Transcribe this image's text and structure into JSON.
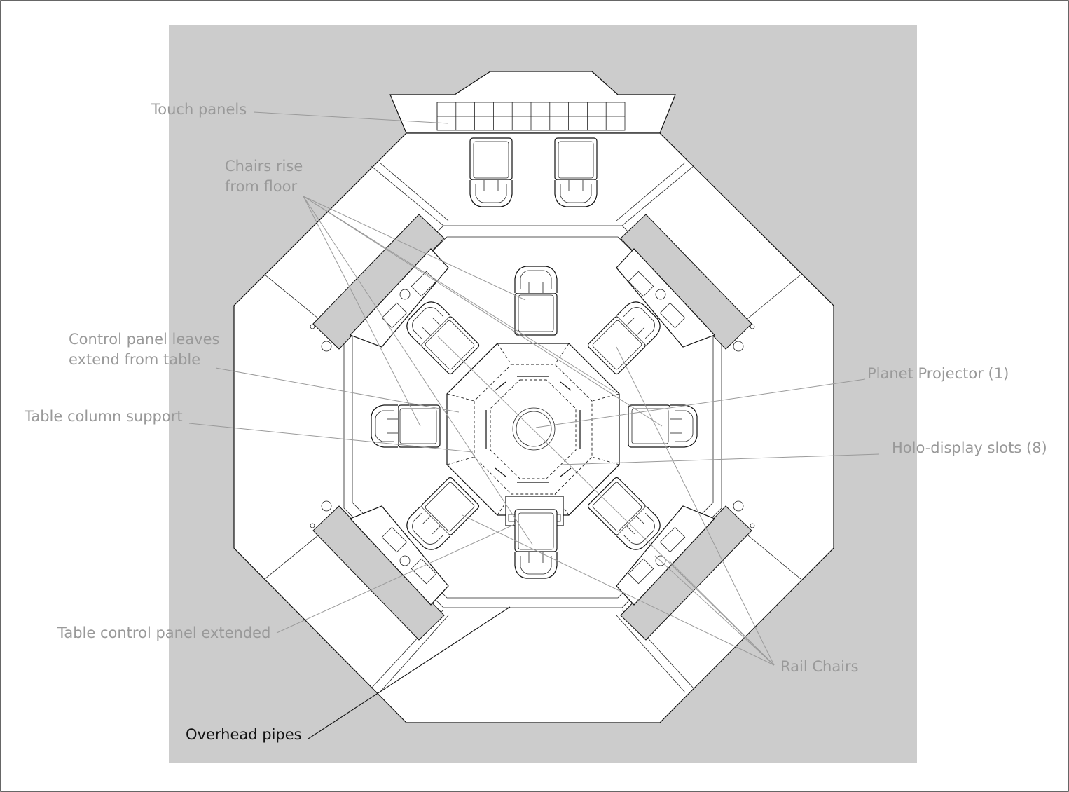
{
  "labels": {
    "touch_panels": "Touch panels",
    "chairs_rise_1": "Chairs rise",
    "chairs_rise_2": "from floor",
    "control_leaves_1": "Control panel leaves",
    "control_leaves_2": "extend from table",
    "table_column": "Table column support",
    "planet_projector": "Planet Projector (1)",
    "holo_slots": "Holo-display slots (8)",
    "table_control": "Table control panel extended",
    "rail_chairs": "Rail Chairs",
    "overhead_pipes": "Overhead pipes"
  },
  "colors": {
    "background_panel": "#cccccc",
    "label_gray": "#999999",
    "label_dark": "#111111",
    "line": "#111111"
  }
}
